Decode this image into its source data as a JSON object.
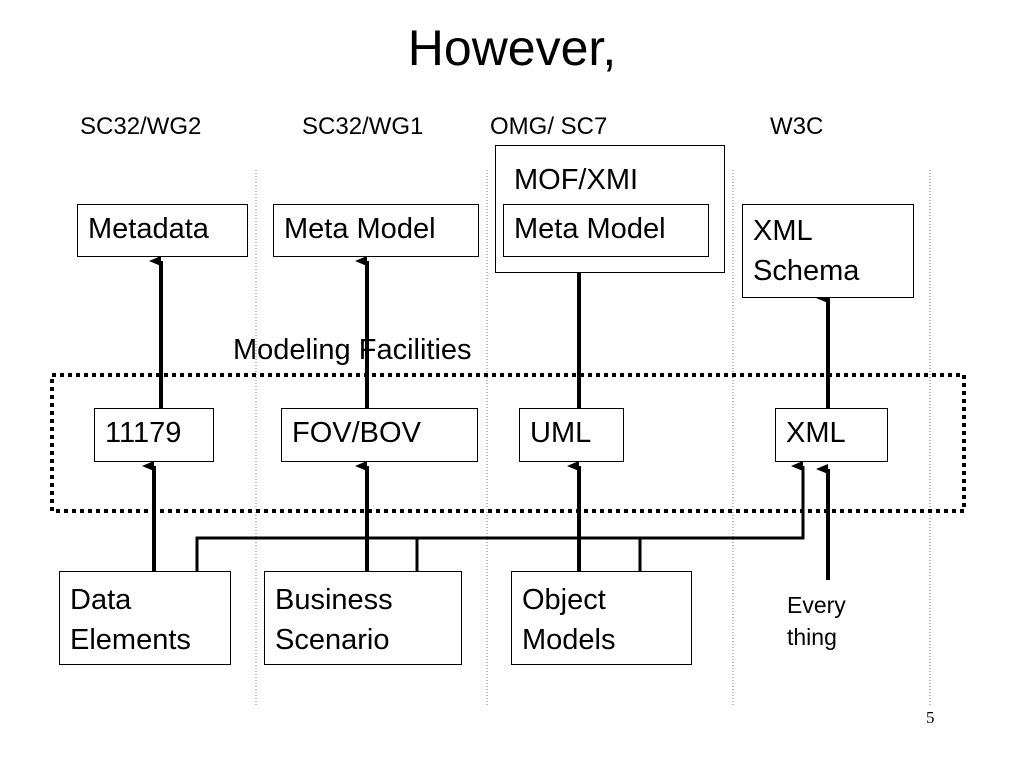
{
  "slide": {
    "title": "However,",
    "page_number": "5"
  },
  "columns": {
    "sc32_wg2": "SC32/WG2",
    "sc32_wg1": "SC32/WG1",
    "omg_sc7": "OMG/ SC7",
    "w3c": "W3C"
  },
  "top_row": {
    "metadata": "Metadata",
    "meta_model_wg1": "Meta Model",
    "mof_xmi": "MOF/XMI",
    "meta_model_omg": "Meta Model",
    "xml_schema_line1": "XML",
    "xml_schema_line2": "Schema"
  },
  "facilities": {
    "label": "Modeling Facilities",
    "iso11179": "11179",
    "fov_bov": "FOV/BOV",
    "uml": "UML",
    "xml": "XML"
  },
  "bottom_row": {
    "data_elements_line1": "Data",
    "data_elements_line2": "Elements",
    "business_scenario_line1": "Business",
    "business_scenario_line2": "Scenario",
    "object_models_line1": "Object",
    "object_models_line2": "Models",
    "everything_line1": "Every",
    "everything_line2": "thing"
  }
}
